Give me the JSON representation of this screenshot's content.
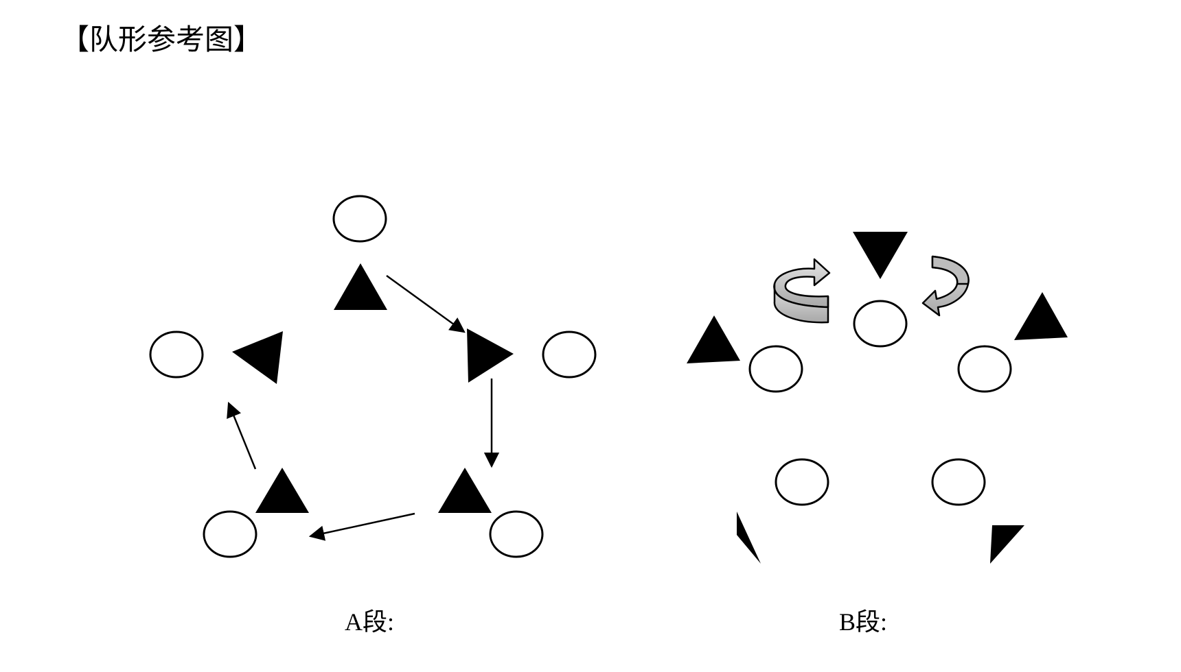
{
  "heading": "【队形参考图】",
  "sections": {
    "a": {
      "caption": "A段:"
    },
    "b": {
      "caption": "B段:"
    }
  },
  "colors": {
    "ink": "#000000",
    "paper": "#ffffff",
    "rotation_arrow_fill": "#c8c8c8"
  }
}
